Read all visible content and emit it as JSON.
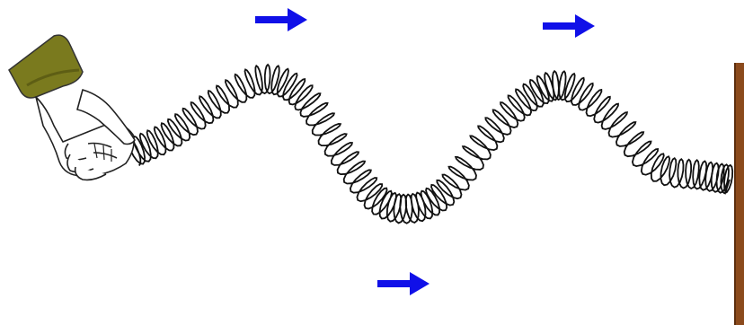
{
  "diagram": {
    "subject": "transverse-wave-on-slinky",
    "colors": {
      "arrow": "#1010e8",
      "coil": "#111111",
      "sleeve": "#7a7a1e",
      "sleeve_shadow": "#5e5e14",
      "hand_outline": "#222222",
      "wall": "#8b4a1c",
      "wall_edge": "#5c2e0e"
    },
    "icons": [
      "right-arrow-icon",
      "hand-icon",
      "sleeve-icon",
      "wall-icon"
    ],
    "arrow_direction": "right",
    "arrow_count": 3
  }
}
